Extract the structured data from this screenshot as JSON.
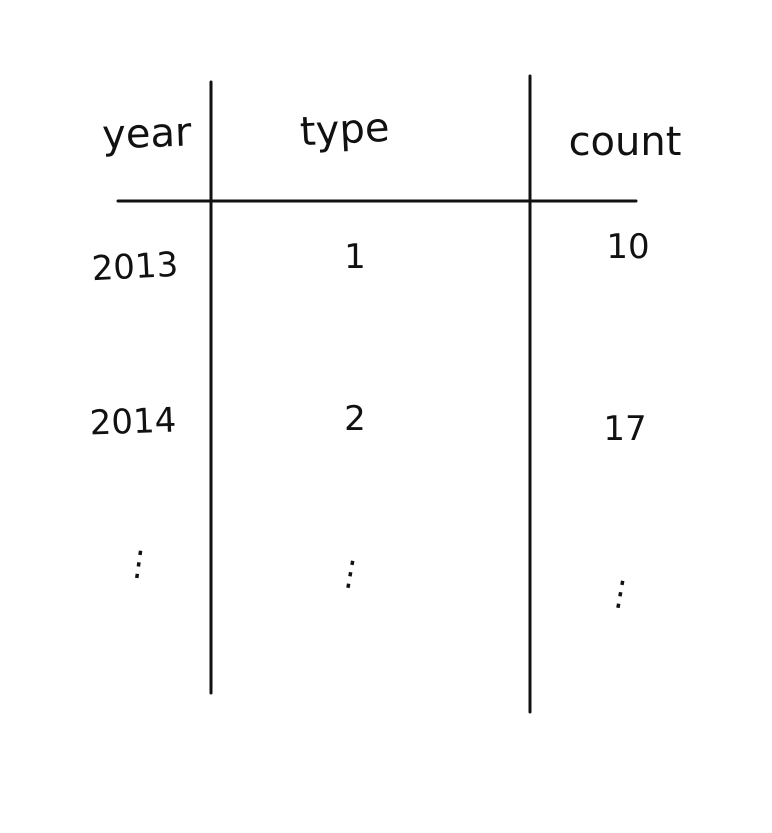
{
  "table": {
    "headers": {
      "year": "year",
      "type": "type",
      "count": "count"
    },
    "rows": [
      {
        "year": "2013",
        "type": "1",
        "count": "10"
      },
      {
        "year": "2014",
        "type": "2",
        "count": "17"
      }
    ],
    "continuation": "⋮"
  },
  "ink_color": "#111111",
  "background_color": "#ffffff"
}
